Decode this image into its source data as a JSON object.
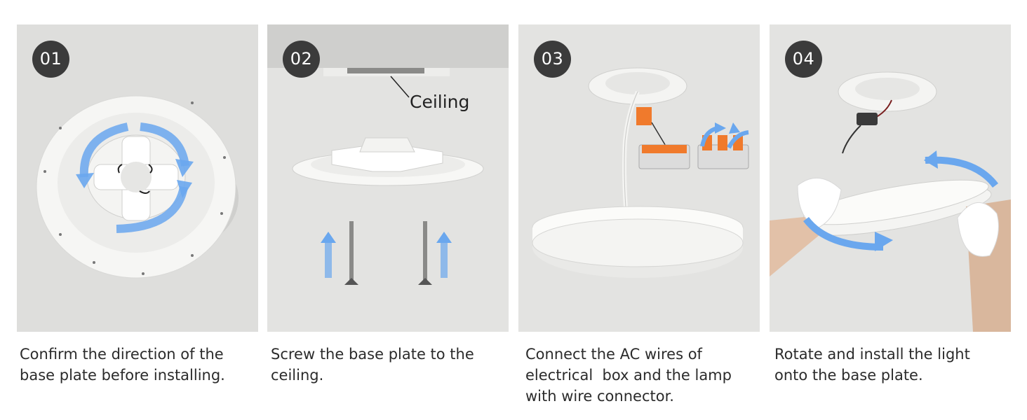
{
  "steps": [
    {
      "number": "01",
      "caption": "Confirm the direction of the\nbase plate before installing."
    },
    {
      "number": "02",
      "caption": "Screw the base plate to the\nceiling.",
      "label": "Ceiling"
    },
    {
      "number": "03",
      "caption": "Connect the AC wires of\nelectrical  box and the lamp\nwith wire connector."
    },
    {
      "number": "04",
      "caption": "Rotate and install the light\nonto the base plate."
    }
  ],
  "colors": {
    "badge": "#3b3b3b",
    "arrow": "#6aa7ee",
    "panel": "#e3e3e1",
    "connector": "#f07a2c"
  }
}
